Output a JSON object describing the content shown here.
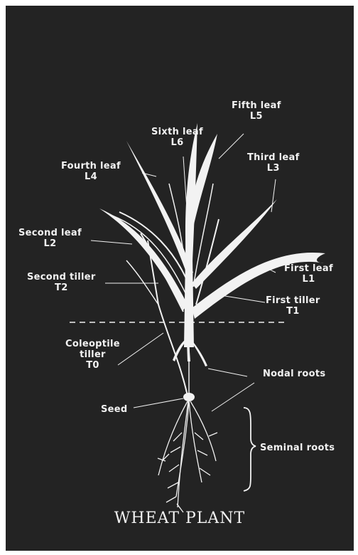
{
  "title": "WHEAT PLANT",
  "colors": {
    "background": "#232323",
    "ink": "#f2f2f2"
  },
  "labels": {
    "fifth_leaf": {
      "name": "Fifth leaf",
      "code": "L5"
    },
    "sixth_leaf": {
      "name": "Sixth leaf",
      "code": "L6"
    },
    "third_leaf": {
      "name": "Third leaf",
      "code": "L3"
    },
    "fourth_leaf": {
      "name": "Fourth leaf",
      "code": "L4"
    },
    "second_leaf": {
      "name": "Second leaf",
      "code": "L2"
    },
    "first_leaf": {
      "name": "First leaf",
      "code": "L1"
    },
    "second_tiller": {
      "name": "Second tiller",
      "code": "T2"
    },
    "first_tiller": {
      "name": "First tiller",
      "code": "T1"
    },
    "coleoptile_tiller": {
      "name1": "Coleoptile",
      "name2": "tiller",
      "code": "T0"
    },
    "nodal_roots": {
      "name": "Nodal roots"
    },
    "seed": {
      "name": "Seed"
    },
    "seminal_roots": {
      "name": "Seminal roots"
    }
  }
}
